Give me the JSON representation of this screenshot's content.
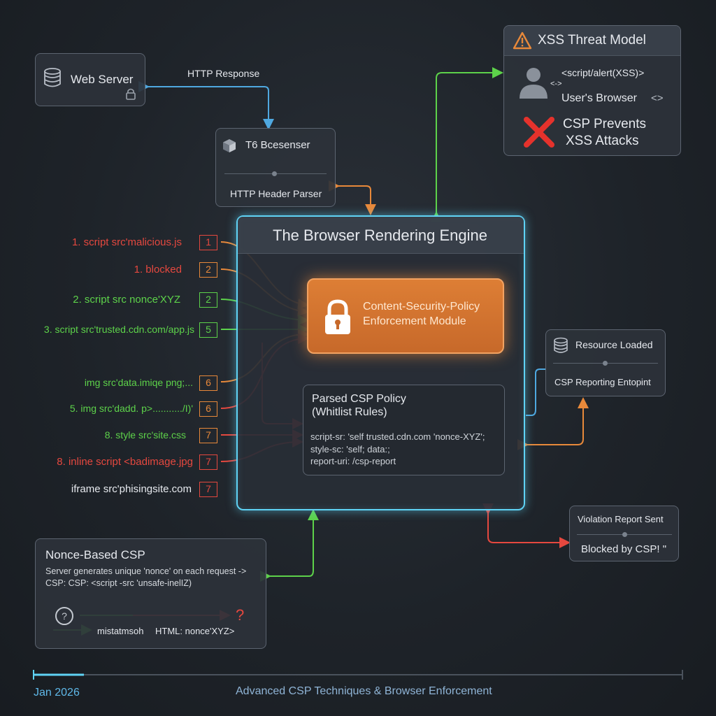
{
  "web_server": {
    "label": "Web Server"
  },
  "http_response": {
    "label": "HTTP Response"
  },
  "parser_box": {
    "title": "T6 Bcesenser",
    "label": "HTTP Header Parser"
  },
  "threat": {
    "title": "XSS Threat Model",
    "script": "<script/alert(XSS)>",
    "browser": "User's Browser",
    "browser_tag": "<>",
    "arrow": "<->",
    "prevent_line1": "CSP Prevents",
    "prevent_line2": "XSS Attacks"
  },
  "engine": {
    "title": "The Browser Rendering Engine"
  },
  "enforcement": {
    "line1": "Content-Security-Policy",
    "line2": "Enforcement Module"
  },
  "policy": {
    "title_line1": "Parsed CSP Policy",
    "title_line2": "(Whitlist Rules)",
    "rule1": "script-sr: 'self trusted.cdn.com 'nonce-XYZ';",
    "rule2": "style-sc: 'self; data:;",
    "rule3": "report-uri: /csp-report"
  },
  "resource": {
    "title": "Resource Loaded",
    "label": "CSP Reporting Entopint"
  },
  "violation": {
    "title": "Violation Report Sent",
    "label": "Blocked by CSP! \""
  },
  "nonce": {
    "title": "Nonce-Based CSP",
    "line1": "Server generates unique 'nonce' on each request ->",
    "line2": "CSP: CSP: <script -src 'unsafe-inelIZ)",
    "question_left": "?",
    "question_right": "?",
    "mismatch": "mistatmsoh",
    "html": "HTML: nonce'XYZ>"
  },
  "requests": [
    {
      "label": "1.  script src'malicious.js",
      "code": "1",
      "status": "red"
    },
    {
      "label": "1.  blocked",
      "code": "2",
      "status": "red"
    },
    {
      "label": "2.  script src nonce'XYZ",
      "code": "2",
      "status": "green"
    },
    {
      "label": "3.  script src'trusted.cdn.com/app.js",
      "code": "5",
      "status": "green"
    },
    {
      "label": "img src'data.imiqe png;...",
      "code": "6",
      "status": "green-orange"
    },
    {
      "label": "5.  img src'dadd. p>.........../Ι)'",
      "code": "6",
      "status": "green-orange"
    },
    {
      "label": "8.  style src'site.css",
      "code": "7",
      "status": "green-orange"
    },
    {
      "label": "8.  inline script <badimage.jpg",
      "code": "7",
      "status": "red"
    },
    {
      "label": "iframe src'phisingsite.com",
      "code": "7",
      "status": "white-red"
    }
  ],
  "footer": {
    "date": "Jan 2026",
    "title": "Advanced CSP Techniques & Browser Enforcement"
  },
  "colors": {
    "orange": "#e8893a",
    "green": "#5dd24a",
    "red": "#e5483f",
    "blue": "#4fa8e0",
    "cyan": "#5fd3f5"
  }
}
